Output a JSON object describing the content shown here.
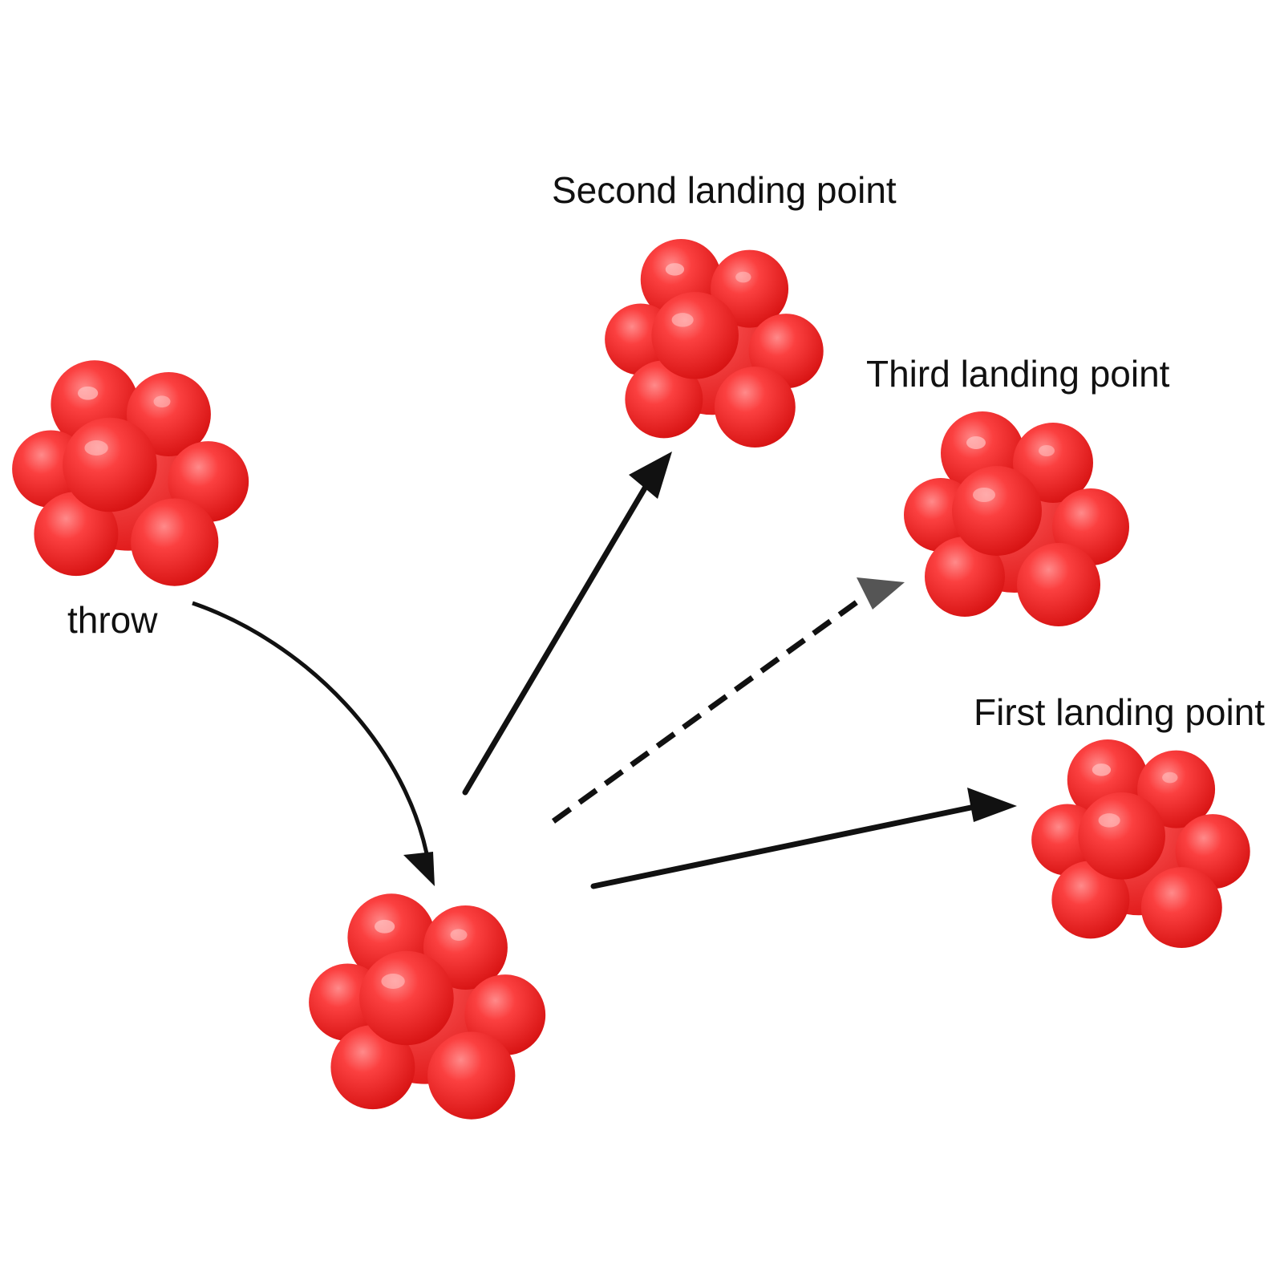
{
  "labels": {
    "second": "Second landing point",
    "third": "Third landing point",
    "first": "First landing point",
    "throw": "throw"
  },
  "colors": {
    "ball": "#f52a2a",
    "ball_dark": "#d81414",
    "ball_light": "#ff6b6b",
    "arrow": "#111111",
    "arrow_dashed_head": "#555555",
    "background": "#ffffff"
  }
}
